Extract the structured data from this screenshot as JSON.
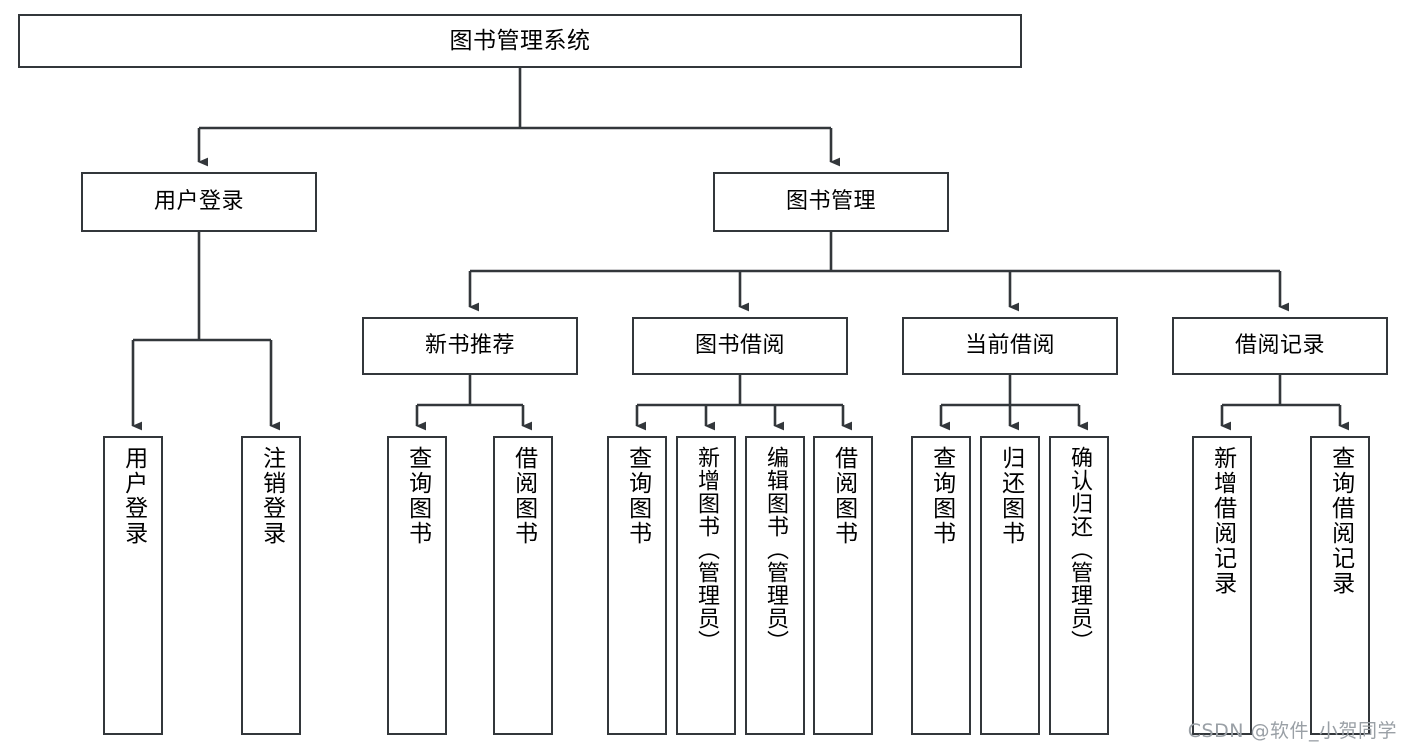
{
  "diagram": {
    "title": "图书管理系统",
    "type": "tree",
    "watermark": "CSDN @软件_小贺同学",
    "colors": {
      "box_border": "#33373b",
      "box_fill": "#ffffff",
      "connector": "#33373b",
      "text": "#000000",
      "watermark": "#9aa0a6",
      "background": "#ffffff"
    },
    "root": {
      "label": "图书管理系统"
    },
    "level2": [
      {
        "label": "用户登录"
      },
      {
        "label": "图书管理"
      }
    ],
    "level3": [
      {
        "label": "新书推荐"
      },
      {
        "label": "图书借阅"
      },
      {
        "label": "当前借阅"
      },
      {
        "label": "借阅记录"
      }
    ],
    "leaves": {
      "user_login": [
        {
          "label": "用户登录"
        },
        {
          "label": "注销登录"
        }
      ],
      "new_book": [
        {
          "label": "查询图书"
        },
        {
          "label": "借阅图书"
        }
      ],
      "book_borrow": [
        {
          "label": "查询图书"
        },
        {
          "label": "新增图书（管理员）"
        },
        {
          "label": "编辑图书（管理员）"
        },
        {
          "label": "借阅图书"
        }
      ],
      "current_borrow": [
        {
          "label": "查询图书"
        },
        {
          "label": "归还图书"
        },
        {
          "label": "确认归还（管理员）"
        }
      ],
      "borrow_record": [
        {
          "label": "新增借阅记录"
        },
        {
          "label": "查询借阅记录"
        }
      ]
    }
  }
}
